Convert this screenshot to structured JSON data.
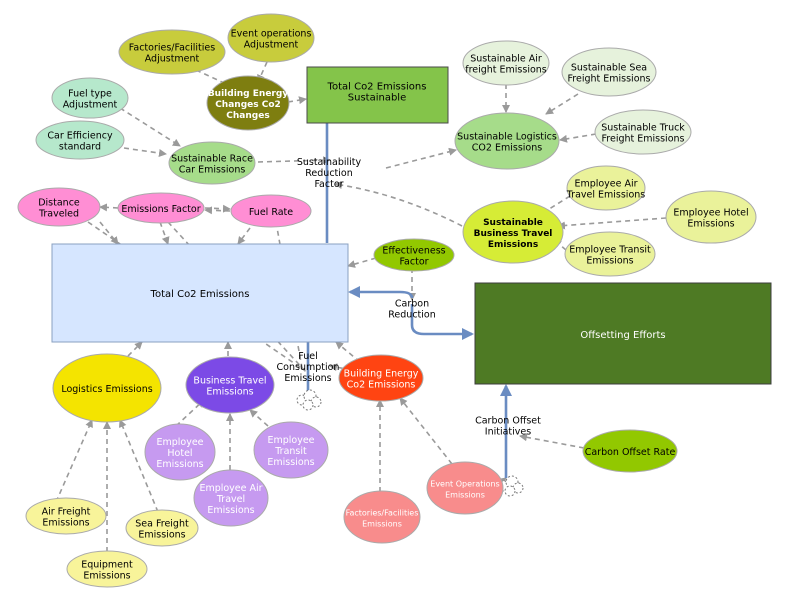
{
  "nodes": {
    "total_co2_emissions": {
      "label": [
        "Total Co2 Emissions"
      ],
      "fill": "#d6e6ff",
      "stroke": "#8aa0c0"
    },
    "total_co2_sustainable": {
      "label": [
        "Total Co2 Emissions",
        "Sustainable"
      ],
      "fill": "#84c44a",
      "stroke": "#4a4a4a"
    },
    "offsetting_efforts": {
      "label": [
        "Offsetting Efforts"
      ],
      "fill": "#4e7a24",
      "stroke": "#3c3c3c",
      "text_color": "#ffffff"
    },
    "factories_adjust": {
      "label": [
        "Factories/Facilities",
        "Adjustment"
      ],
      "fill": "#c8cc3c"
    },
    "event_ops_adjust": {
      "label": [
        "Event operations",
        "Adjustment"
      ],
      "fill": "#c8cc3c"
    },
    "building_energy_changes": {
      "label": [
        "Building Energy",
        "Changes Co2",
        "Changes"
      ],
      "fill": "#7e7e10",
      "text_color": "#ffffff"
    },
    "fuel_type_adjust": {
      "label": [
        "Fuel type",
        "Adjustment"
      ],
      "fill": "#b6e8cc"
    },
    "car_efficiency": {
      "label": [
        "Car Efficiency",
        "standard"
      ],
      "fill": "#b6e8cc"
    },
    "sustainable_race_car": {
      "label": [
        "Sustainable Race",
        "Car Emissions"
      ],
      "fill": "#a6dc8a"
    },
    "sust_air_freight": {
      "label": [
        "Sustainable Air",
        "freight Emissions"
      ],
      "fill": "#e6f2dc"
    },
    "sust_sea_freight": {
      "label": [
        "Sustainable Sea",
        "Freight Emissions"
      ],
      "fill": "#e6f2dc"
    },
    "sust_truck_freight": {
      "label": [
        "Sustainable Truck",
        "Freight Emissions"
      ],
      "fill": "#e6f2dc"
    },
    "sust_logistics": {
      "label": [
        "Sustainable Logistics",
        "CO2 Emissions"
      ],
      "fill": "#a6dc8a"
    },
    "sust_business_travel": {
      "label": [
        "Sustainable",
        "Business Travel",
        "Emissions"
      ],
      "fill": "#d6ec36"
    },
    "emp_air_travel_emis": {
      "label": [
        "Employee Air",
        "Travel Emissions"
      ],
      "fill": "#eaf29a"
    },
    "emp_hotel_emis": {
      "label": [
        "Employee Hotel",
        "Emissions"
      ],
      "fill": "#eaf29a"
    },
    "emp_transit_emis": {
      "label": [
        "Employee Transit",
        "Emissions"
      ],
      "fill": "#eaf29a"
    },
    "effectiveness_factor": {
      "label": [
        "Effectiveness",
        "Factor"
      ],
      "fill": "#92c800"
    },
    "distance_traveled": {
      "label": [
        "Distance",
        "Traveled"
      ],
      "fill": "#ff8ed4"
    },
    "emissions_factor": {
      "label": [
        "Emissions Factor"
      ],
      "fill": "#ff8ed4"
    },
    "fuel_rate": {
      "label": [
        "Fuel Rate"
      ],
      "fill": "#ff8ed4"
    },
    "logistics_emissions": {
      "label": [
        "Logistics Emissions"
      ],
      "fill": "#f4e400"
    },
    "business_travel_emissions": {
      "label": [
        "Business Travel",
        "Emissions"
      ],
      "fill": "#7c4ae6",
      "text_color": "#ffffff"
    },
    "building_energy_co2": {
      "label": [
        "Building Energy",
        "Co2 Emissions"
      ],
      "fill": "#ff4412",
      "text_color": "#ffffff"
    },
    "employee_hotel": {
      "label": [
        "Employee",
        "Hotel",
        "Emissions"
      ],
      "fill": "#c69af0"
    },
    "employee_air_travel": {
      "label": [
        "Employee Air",
        "Travel",
        "Emissions"
      ],
      "fill": "#c69af0"
    },
    "employee_transit": {
      "label": [
        "Employee",
        "Transit",
        "Emissions"
      ],
      "fill": "#c69af0"
    },
    "factories_emis": {
      "label": [
        "Factories/Facilities",
        "Emissions"
      ],
      "fill": "#f88c8c"
    },
    "event_ops_emis": {
      "label": [
        "Event Operations",
        "Emissions"
      ],
      "fill": "#f88c8c"
    },
    "carbon_offset_rate": {
      "label": [
        "Carbon Offset Rate"
      ],
      "fill": "#92c800"
    },
    "air_freight": {
      "label": [
        "Air Freight",
        "Emissions"
      ],
      "fill": "#f8f49a"
    },
    "sea_freight": {
      "label": [
        "Sea Freight",
        "Emissions"
      ],
      "fill": "#f8f49a"
    },
    "equipment": {
      "label": [
        "Equipment",
        "Emissions"
      ],
      "fill": "#f8f49a"
    }
  },
  "flows": {
    "sustainability_reduction_factor": [
      "Sustainability",
      "Reduction",
      "Factor"
    ],
    "carbon_reduction": [
      "Carbon",
      "Reduction"
    ],
    "fuel_consumption_emissions": [
      "Fuel",
      "Consumption",
      "Emissions"
    ],
    "carbon_offset_initiatives": [
      "Carbon Offset",
      "Initiatives"
    ]
  },
  "colors": {
    "flow_arrow": "#6a8cc2",
    "influence_link": "#9a9a9a"
  }
}
